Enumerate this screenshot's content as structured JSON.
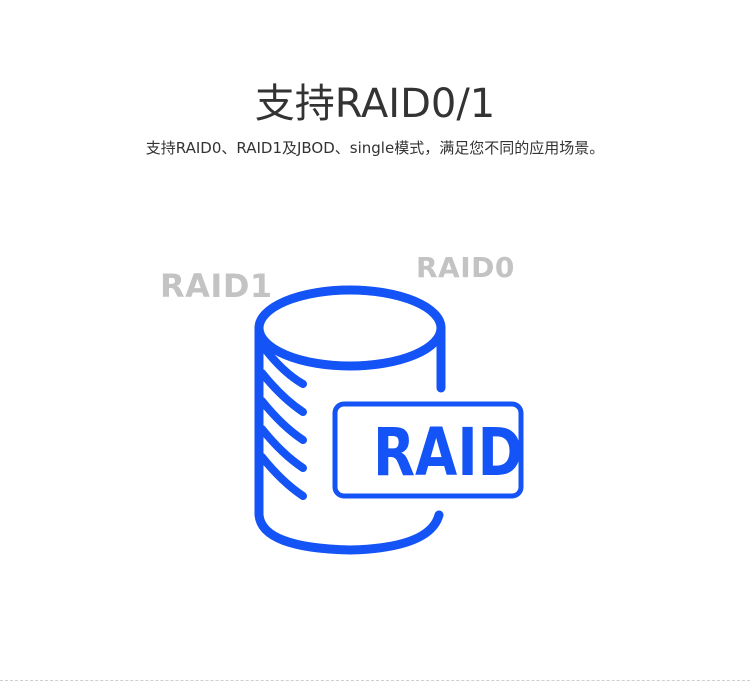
{
  "heading": {
    "title": "支持RAID0/1",
    "subtitle": "支持RAID0、RAID1及JBOD、single模式，满足您不同的应用场景。"
  },
  "illustration": {
    "label_left": "RAID1",
    "label_right": "RAID0",
    "badge_text": "RAID",
    "icon": "database-raid-icon",
    "colors": {
      "accent": "#1453f5",
      "label_gray": "#c3c3c3",
      "text": "#333333",
      "background": "#ffffff"
    }
  }
}
